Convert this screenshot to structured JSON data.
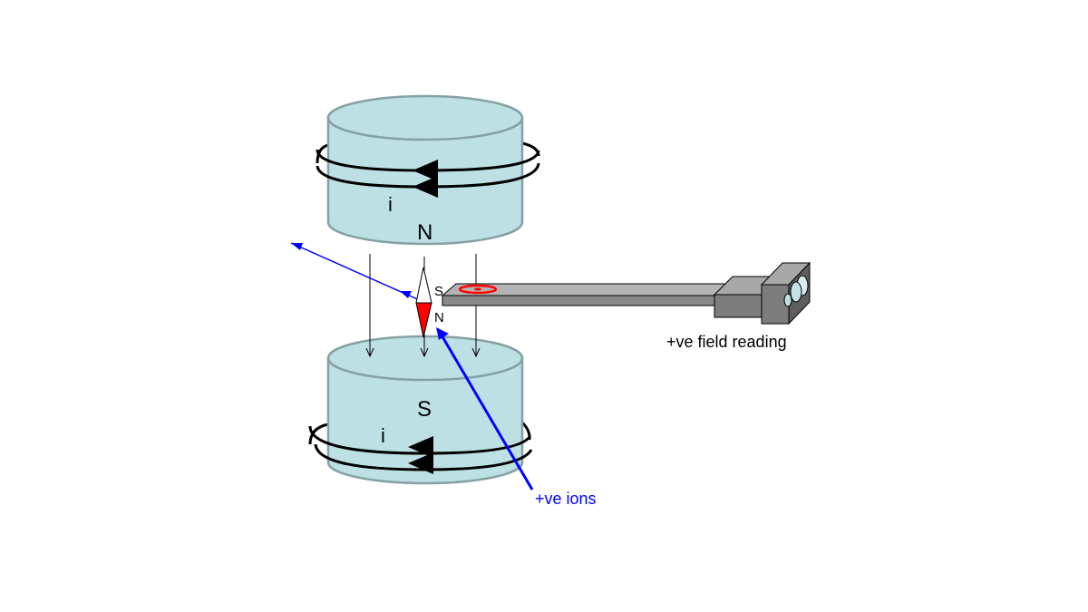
{
  "colors": {
    "magnet_fill": "#bde0e4",
    "magnet_stroke": "#85a1a4",
    "ion_path": "#0000ff",
    "compass_north": "#ff0000",
    "probe_body": "#9a9a9a",
    "probe_dark": "#7d7d7d",
    "sensor_ring": "#ff0000"
  },
  "labels": {
    "top_magnet_pole": "N",
    "bottom_magnet_pole": "S",
    "top_current": "i",
    "bottom_current": "i",
    "compass_south": "S",
    "compass_north": "N",
    "probe_reading": "+ve field reading",
    "ion_label": "+ve ions"
  }
}
